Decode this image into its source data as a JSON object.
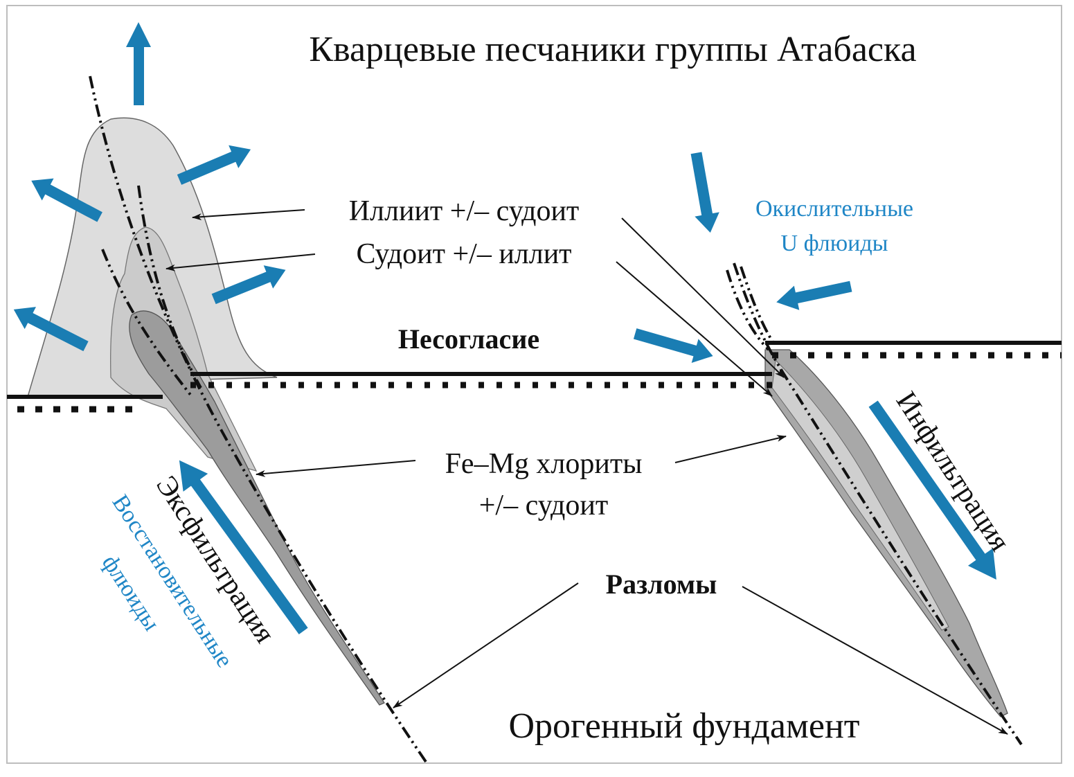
{
  "diagram": {
    "title": "Кварцевые песчаники группы Атабаска",
    "basement_label": "Орогенный фундамент",
    "unconformity_label": "Несогласие",
    "faults_label": "Разломы",
    "alteration_labels": {
      "illite": "Иллиит +/– судоит",
      "sudoite": "Судоит +/– иллит",
      "chlorite_line1": "Fe–Mg хлориты",
      "chlorite_line2": "+/– судоит"
    },
    "flow_labels": {
      "exfiltration": "Эксфильтрация",
      "infiltration": "Инфильтрация",
      "reducing_line1": "Восстановительные",
      "reducing_line2": "флюиды",
      "oxidizing_line1": "Окислительные",
      "oxidizing_line2": "U флюиды"
    },
    "colors": {
      "fluid_arrow": "#1a7db3",
      "fluid_text": "#1f86c6",
      "halo_light": "#dcdcdc",
      "halo_mid": "#c4c4c4",
      "halo_dark": "#9a9a9a",
      "line": "#111111"
    }
  }
}
